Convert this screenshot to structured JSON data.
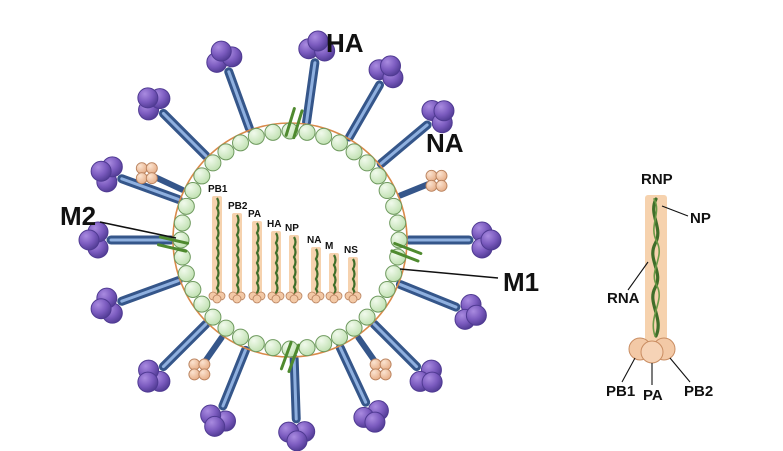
{
  "virion": {
    "labels": {
      "ha": "HA",
      "na": "NA",
      "m2": "M2",
      "m1": "M1"
    },
    "segments": [
      "PB1",
      "PB2",
      "PA",
      "HA",
      "NP",
      "NA",
      "M",
      "NS"
    ]
  },
  "rnp": {
    "title": "RNP",
    "np": "NP",
    "rna": "RNA",
    "pb1": "PB1",
    "pa": "PA",
    "pb2": "PB2"
  },
  "colors": {
    "envelope": "#d98a4a",
    "m1_fill": "#d3ebc7",
    "m1_stroke": "#6f9a5f",
    "ha_stem": "#4a6fa8",
    "ha_head": "#7b5bbf",
    "ha_head_dark": "#4f3a92",
    "na_stem": "#4a6fa8",
    "na_head": "#f0c6a6",
    "m2": "#4f8a2f",
    "rnp_band": "#f6d2ae",
    "rna_strand": "#3f6e2a",
    "polymerase": "#f3c9a6"
  }
}
